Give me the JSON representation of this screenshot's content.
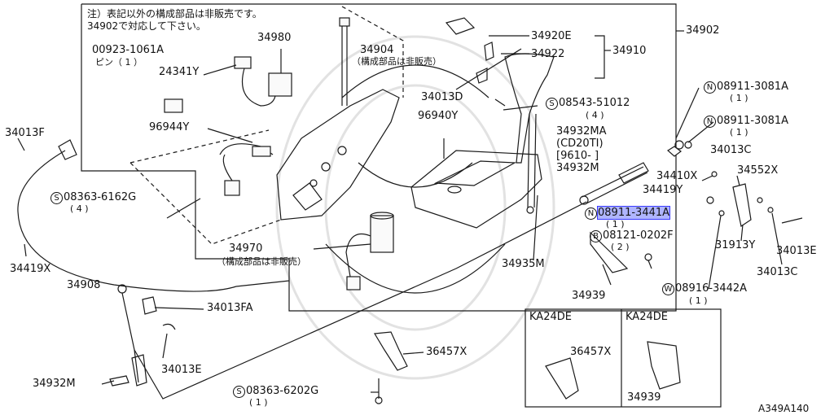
{
  "note": {
    "line1": "注）表記以外の構成部品は非販売です。",
    "line2": "34902で対応して下さい。"
  },
  "label_34902": "34902",
  "label_34910": "34910",
  "label_34920E": "34920E",
  "label_34922": "34922",
  "label_34980": "34980",
  "label_34904": "34904",
  "label_34904_note": "（構成部品は非販売）",
  "label_00923": "00923-1061A",
  "label_00923_sub": "ピン（ 1 ）",
  "label_24341Y": "24341Y",
  "label_96944Y": "96944Y",
  "label_34013F": "34013F",
  "label_S08363_6162G": "08363-6162G",
  "label_S08363_6162G_qty": "( 4 )",
  "label_34419X": "34419X",
  "label_34908": "34908",
  "label_34970": "34970",
  "label_34970_note": "（構成部品は非販売）",
  "label_34013D": "34013D",
  "label_96940Y": "96940Y",
  "label_S08543": "08543-51012",
  "label_S08543_qty": "( 4 )",
  "label_34932MA": "34932MA",
  "label_34932MA_sub1": "(CD20TI)",
  "label_34932MA_sub2": "[9610-          ]",
  "label_34932M_top": "34932M",
  "label_N08911_3081A_a": "08911-3081A",
  "label_N08911_3081A_a_qty": "( 1 )",
  "label_N08911_3081A_b": "08911-3081A",
  "label_N08911_3081A_b_qty": "( 1 )",
  "label_34013C_a": "34013C",
  "label_34410X": "34410X",
  "label_34552X": "34552X",
  "label_34419Y": "34419Y",
  "label_N08911_3441A": "08911-3441A",
  "label_N08911_3441A_qty": "( 1 )",
  "label_B08121": "08121-0202F",
  "label_B08121_qty": "( 2 )",
  "label_31913Y": "31913Y",
  "label_34013E_right": "34013E",
  "label_34013C_b": "34013C",
  "label_34935M": "34935M",
  "label_34939_main": "34939",
  "label_W08916": "08916-3442A",
  "label_W08916_qty": "( 1 )",
  "label_34013FA": "34013FA",
  "label_34013E_left": "34013E",
  "label_34932M_bottom": "34932M",
  "label_36457X_main": "36457X",
  "label_S08363_6202G": "08363-6202G",
  "label_S08363_6202G_qty": "( 1 )",
  "inset1_engine": "KA24DE",
  "inset1_part": "36457X",
  "inset2_engine": "KA24DE",
  "inset2_part": "34939",
  "diagram_code": "A349A140",
  "marker_S": "S",
  "marker_N": "N",
  "marker_B": "B",
  "marker_W": "W",
  "highlight_color": "#7878ff"
}
